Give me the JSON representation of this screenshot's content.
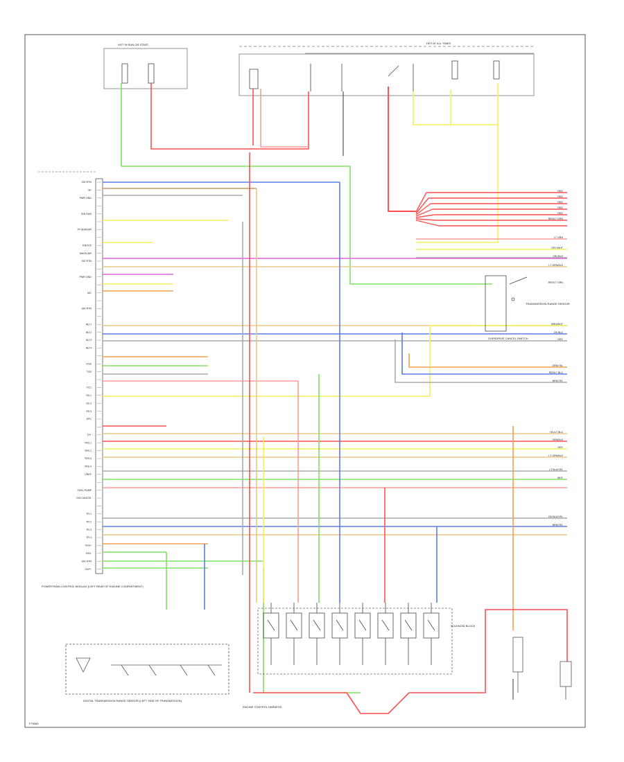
{
  "diagram": {
    "figure_code": "F79080",
    "pcm_caption": "POWERTRAIN CONTROL MODULE (LEFT REAR OF ENGINE COMPARTMENT)",
    "hot_at_all_times_label": "HOT AT ALL TIMES",
    "hot_in_run_label": "HOT IN RUN OR START",
    "transmission_range_sensor_label": "TRANSMISSION RANGE SENSOR",
    "overdrive_cancel_label": "OVERDRIVE CANCEL SWITCH",
    "solenoid_block_label": "SOLENOID BLOCK",
    "digital_trs_label": "DIGITAL TRANSMISSION RANGE SENSOR (LEFT SIDE OF TRANSMISSION)",
    "engine_control_harness_label": "ENGINE CONTROL HARNESS",
    "wire_colors": {
      "red": "#ff4f4f",
      "pink": "#ff9a9a",
      "yellow": "#f5f05a",
      "green": "#7de060",
      "blue": "#5a7de8",
      "brown": "#c79a5c",
      "tan": "#e8c98a",
      "orange": "#f0a050",
      "violet": "#e060e0",
      "gray": "#aaaaaa",
      "black": "#333333"
    },
    "left_pin_labels": [
      "SIG RTN",
      "B+",
      "PWR GND",
      "",
      "IGN RUN",
      "",
      "TP SENSOR",
      "",
      "KNOCK",
      "MASS AIR",
      "SIG RTN",
      "",
      "PWR GND",
      "",
      "IAC",
      "",
      "SIG RTN",
      "",
      "INJ 1",
      "INJ 2",
      "INJ 3",
      "INJ 4",
      "",
      "OSS",
      "TSS",
      "",
      "TCC",
      "SS 1",
      "SS 2",
      "SS 3",
      "EPC",
      "",
      "TFT",
      "TRS 1",
      "TRS 2",
      "TRS 3",
      "TRS 4",
      "VREF",
      "",
      "FUEL PUMP",
      "O/D CANCEL",
      "",
      "TR 1",
      "TR 2",
      "TR 3",
      "TR 4",
      "VSS+",
      "VSS-",
      "SIG RTN",
      "CKP+"
    ],
    "right_wire_labels": [
      "RED",
      "RED",
      "RED",
      "RED",
      "RED",
      "RED/LT GRN",
      "LT GRN",
      "GRY/WHT",
      "YEL/BLK",
      "LT GRN/BLK",
      "RED/LT GRN",
      "BRN/WHT",
      "DK BLU",
      "GRY",
      "ORN/YEL",
      "RED/LT BLU",
      "BRN/YEL",
      "YEL/LT BLU",
      "ORN/BLK",
      "GRY",
      "LT GRN/BLK",
      "LT BLU/YEL",
      "WHT",
      "DK BLU/YEL",
      "BRN/YEL"
    ]
  }
}
